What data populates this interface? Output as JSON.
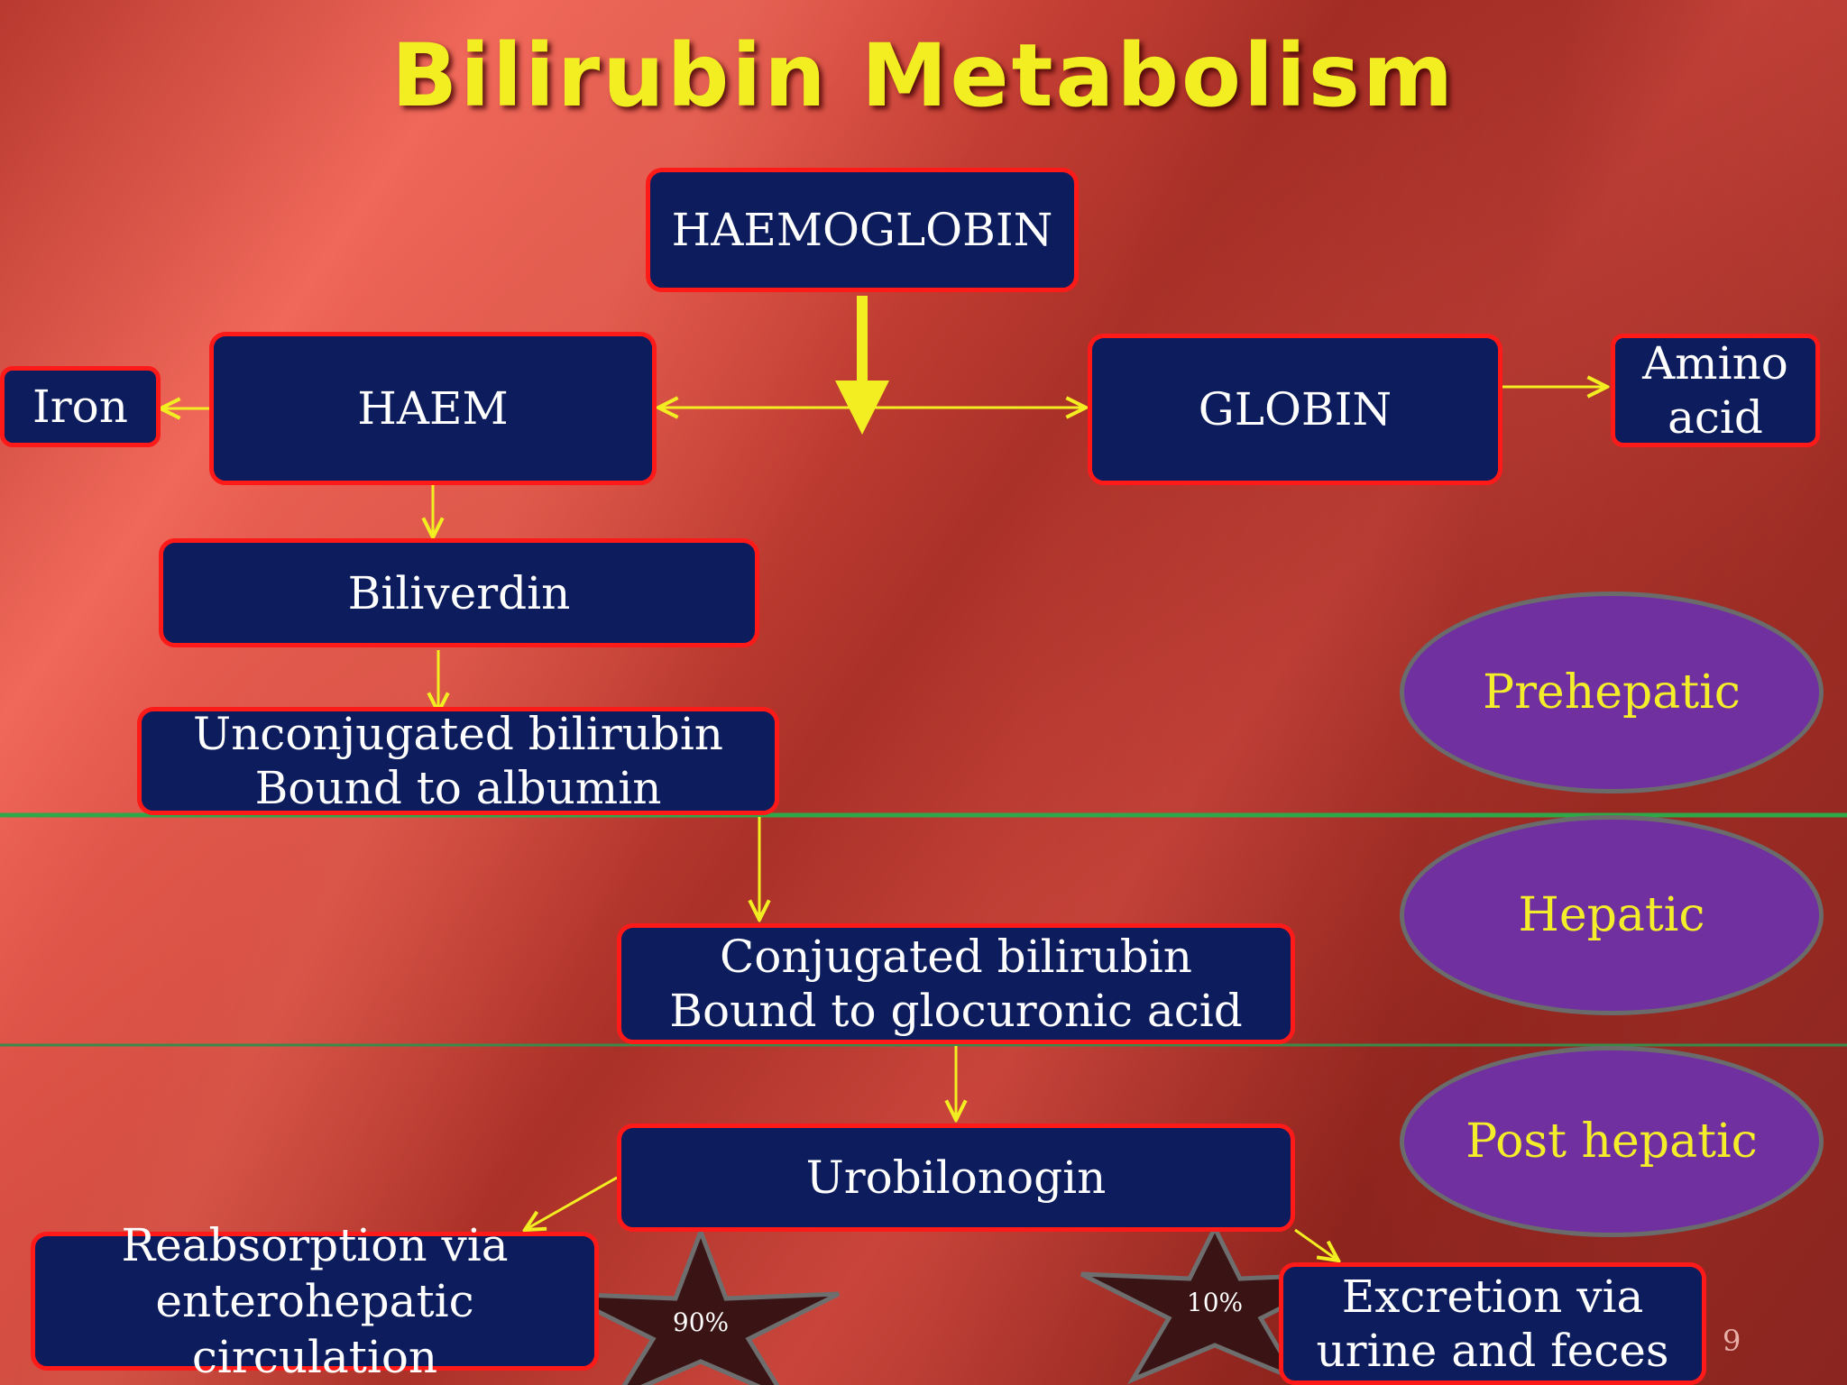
{
  "title": "Bilirubin Metabolism",
  "nodes": {
    "haemoglobin": "HAEMOGLOBIN",
    "haem": "HAEM",
    "globin": "GLOBIN",
    "iron": "Iron",
    "amino_acid": [
      "Amino",
      "acid"
    ],
    "biliverdin": "Biliverdin",
    "unconjugated": [
      "Unconjugated bilirubin",
      "Bound to albumin"
    ],
    "conjugated": [
      "Conjugated bilirubin",
      "Bound to glocuronic acid"
    ],
    "urobilonogin": "Urobilonogin",
    "reabsorption": [
      "Reabsorption via",
      "enterohepatic circulation"
    ],
    "excretion": [
      "Excretion via",
      "urine and feces"
    ]
  },
  "phases": {
    "prehepatic": "Prehepatic",
    "hepatic": "Hepatic",
    "post_hepatic": "Post hepatic"
  },
  "stars": {
    "reabsorption_pct": "90%",
    "excretion_pct": "10%"
  },
  "page_number": "9",
  "colors": {
    "title": "#f2ee22",
    "box_fill": "#0c1c5c",
    "box_border": "#ff1a1a",
    "arrow": "#f2ee22",
    "phase_oval": "#7030a0",
    "phase_text": "#f4ee2a",
    "divider": "#2fa84a",
    "star_fill": "#3a1414"
  }
}
